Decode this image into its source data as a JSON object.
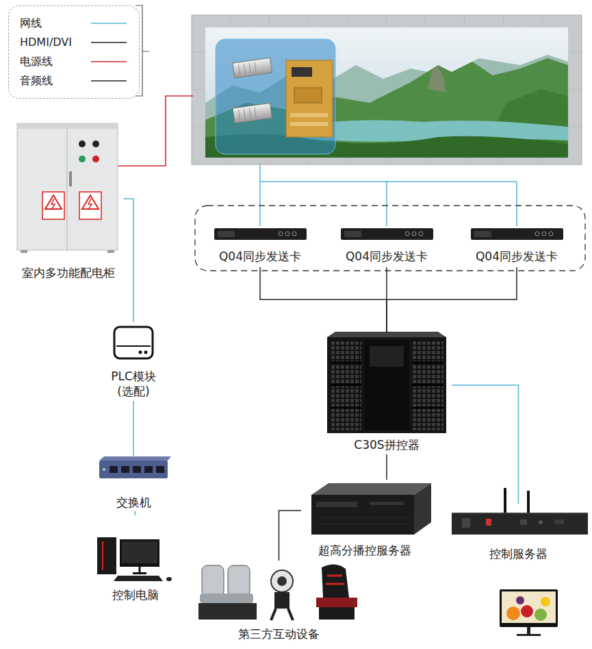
{
  "diagram": {
    "nodes": [
      {
        "text": [
          "室内多功能配电柜"
        ]
      },
      {
        "text": [
          "PLC模块 (选配)"
        ]
      },
      {
        "text": [
          "交换机"
        ]
      },
      {
        "text": [
          "控制电脑"
        ]
      },
      {
        "text": [
          "Q04同步发送卡"
        ]
      },
      {
        "text": [
          "Q04同步发送卡"
        ]
      },
      {
        "text": [
          "Q04同步发送卡"
        ]
      },
      {
        "text": [
          "C30S拼控器"
        ]
      },
      {
        "text": [
          "超高分播控服务器"
        ]
      },
      {
        "text": [
          "第三方互动设备"
        ]
      },
      {
        "text": [
          "控制服务器"
        ]
      }
    ],
    "edges": [
      {
        "from": 0,
        "to": 1,
        "arrow": "none"
      },
      {
        "from": 1,
        "to": 2,
        "arrow": "none"
      },
      {
        "from": 2,
        "to": 3,
        "arrow": "none"
      },
      {
        "from": 4,
        "to": 7,
        "arrow": "none"
      },
      {
        "from": 5,
        "to": 7,
        "arrow": "none"
      },
      {
        "from": 6,
        "to": 7,
        "arrow": "none"
      },
      {
        "from": 7,
        "to": 8,
        "arrow": "none"
      },
      {
        "from": 7,
        "to": 10,
        "arrow": "none"
      },
      {
        "from": 9,
        "to": 8,
        "arrow": "none"
      }
    ],
    "legend": [
      {
        "text": "网线"
      },
      {
        "text": "HDMI/DVI"
      },
      {
        "text": "电源线"
      },
      {
        "text": "音频线"
      }
    ]
  }
}
